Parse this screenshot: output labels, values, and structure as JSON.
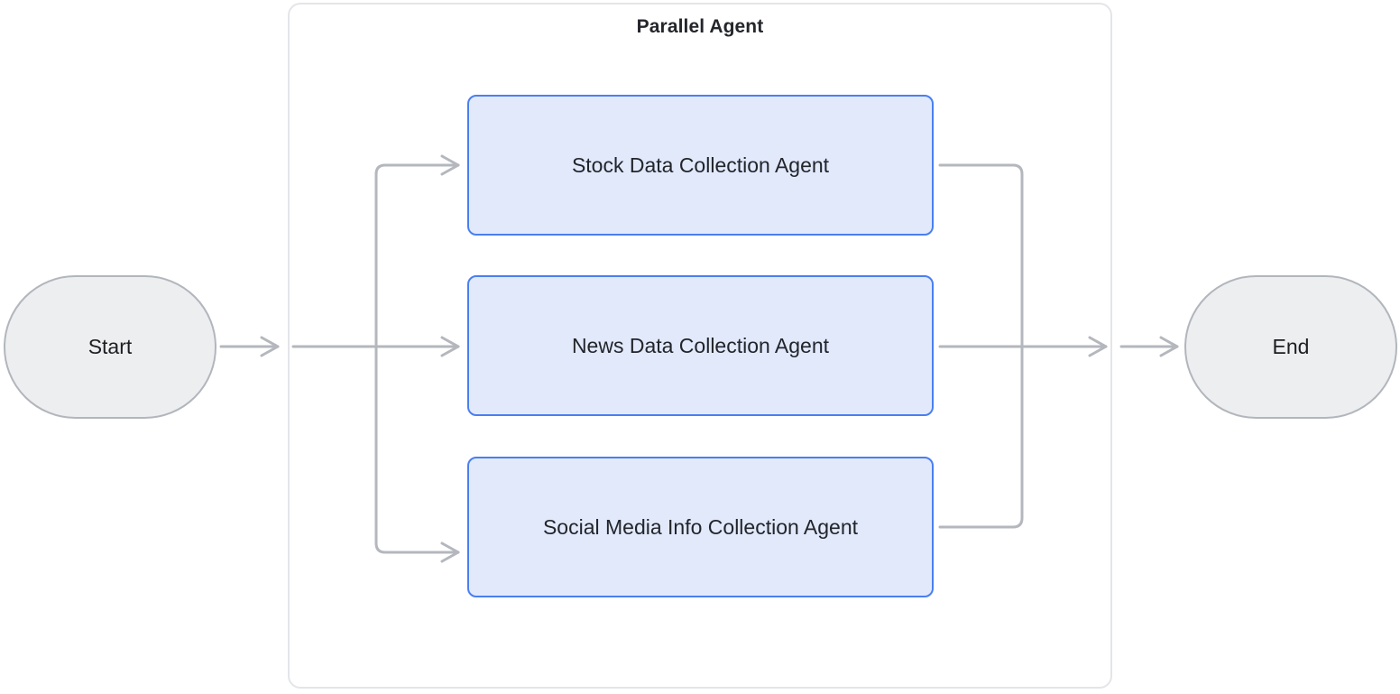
{
  "diagram": {
    "type": "flowchart",
    "orientation": "left-to-right",
    "background_color": "#ffffff",
    "group": {
      "title": "Parallel Agent",
      "border_color": "#e4e5e9",
      "fill_color": "#ffffff"
    },
    "terminals": [
      {
        "id": "start",
        "label": "Start",
        "shape": "stadium",
        "fill_color": "#eceef0",
        "border_color": "#b2b6bc"
      },
      {
        "id": "end",
        "label": "End",
        "shape": "stadium",
        "fill_color": "#eceef0",
        "border_color": "#b2b6bc"
      }
    ],
    "agents": [
      {
        "id": "stock",
        "label": "Stock Data Collection Agent",
        "fill_color": "#e2e9fb",
        "border_color": "#4a7ff0"
      },
      {
        "id": "news",
        "label": "News Data Collection Agent",
        "fill_color": "#e2e9fb",
        "border_color": "#4a7ff0"
      },
      {
        "id": "social",
        "label": "Social Media Info Collection Agent",
        "fill_color": "#e2e9fb",
        "border_color": "#4a7ff0"
      }
    ],
    "edges": {
      "color": "#b4b7bd",
      "width": 3,
      "arrowhead": "open-chevron",
      "connections": [
        {
          "from": "start",
          "to": "parallel-agent-group"
        },
        {
          "from": "fan-out",
          "to": "stock"
        },
        {
          "from": "fan-out",
          "to": "news"
        },
        {
          "from": "fan-out",
          "to": "social"
        },
        {
          "from": "stock",
          "to": "fan-in"
        },
        {
          "from": "news",
          "to": "fan-in"
        },
        {
          "from": "social",
          "to": "fan-in"
        },
        {
          "from": "parallel-agent-group",
          "to": "end"
        }
      ]
    }
  }
}
